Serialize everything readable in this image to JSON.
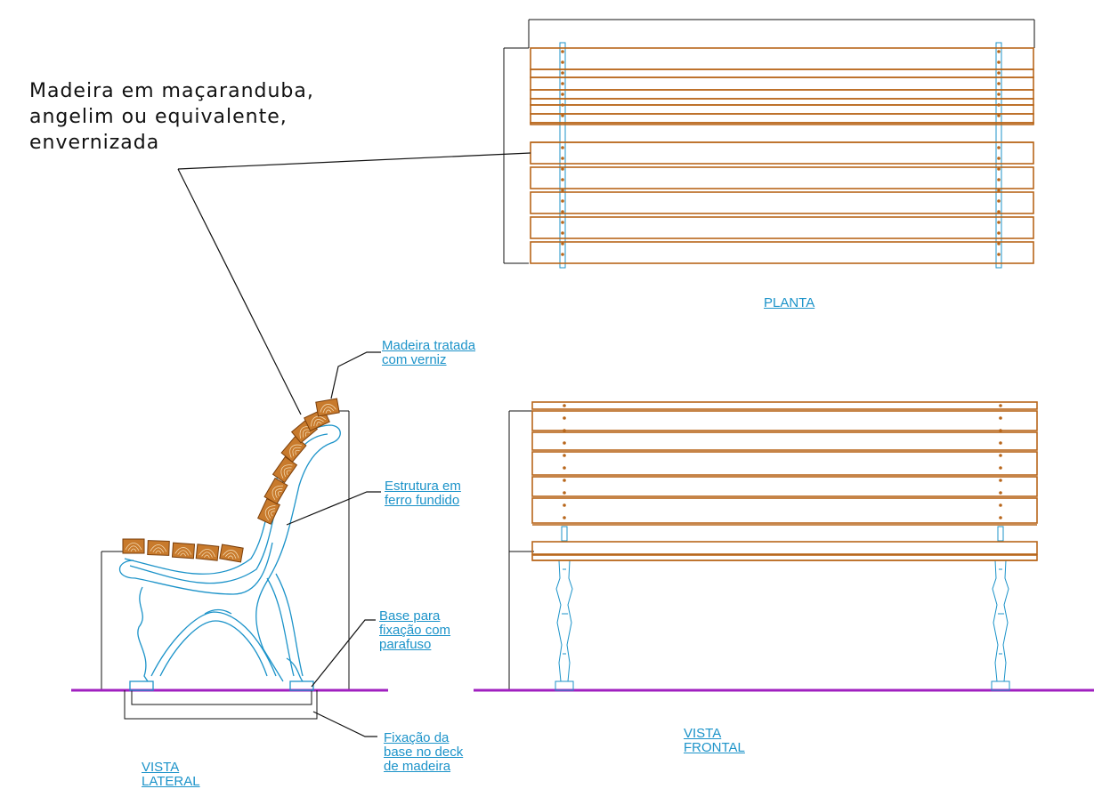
{
  "main_note": {
    "line1": "Madeira em maçaranduba,",
    "line2": "angelim ou equivalente,",
    "line3": "envernizada"
  },
  "labels": {
    "planta": "PLANTA",
    "wood_treated": [
      "Madeira tratada",
      "com verniz"
    ],
    "structure": [
      "Estrutura em",
      "ferro fundido"
    ],
    "base_fix": [
      "Base para",
      "fixação com",
      "parafuso"
    ],
    "deck_fix": [
      "Fixação da",
      "base no deck",
      "de madeira"
    ],
    "vista_frontal": [
      "VISTA",
      "FRONTAL"
    ],
    "vista_lateral": [
      "VISTA",
      "LATERAL"
    ]
  },
  "colors": {
    "wood": "#b8661a",
    "iron": "#1c93c9",
    "ground": "#a020c0",
    "dim_line": "#111111"
  }
}
